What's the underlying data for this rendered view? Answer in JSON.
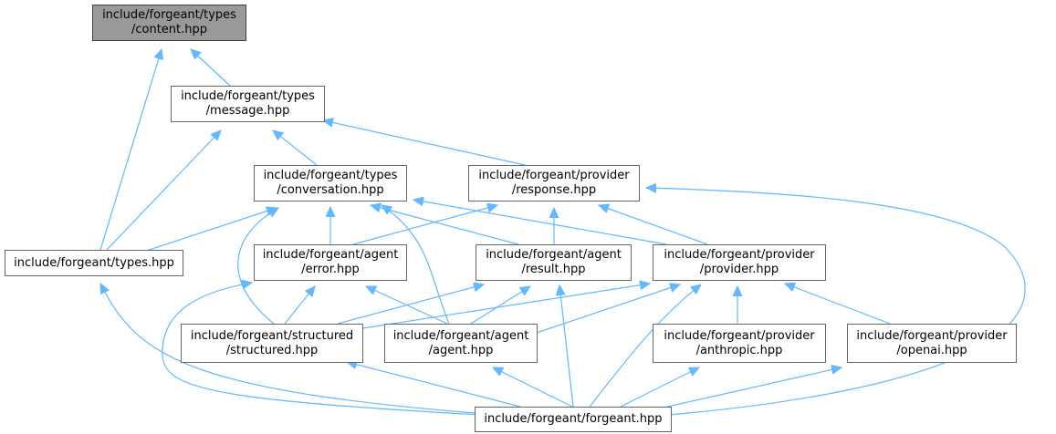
{
  "nodes": [
    {
      "id": "content",
      "lines": [
        "include/forgeant/types",
        "/content.hpp"
      ],
      "focus": true
    },
    {
      "id": "message",
      "lines": [
        "include/forgeant/types",
        "/message.hpp"
      ]
    },
    {
      "id": "conversation",
      "lines": [
        "include/forgeant/types",
        "/conversation.hpp"
      ]
    },
    {
      "id": "response",
      "lines": [
        "include/forgeant/provider",
        "/response.hpp"
      ]
    },
    {
      "id": "types",
      "lines": [
        "include/forgeant/types.hpp"
      ]
    },
    {
      "id": "error",
      "lines": [
        "include/forgeant/agent",
        "/error.hpp"
      ]
    },
    {
      "id": "result",
      "lines": [
        "include/forgeant/agent",
        "/result.hpp"
      ]
    },
    {
      "id": "provider",
      "lines": [
        "include/forgeant/provider",
        "/provider.hpp"
      ]
    },
    {
      "id": "structured",
      "lines": [
        "include/forgeant/structured",
        "/structured.hpp"
      ]
    },
    {
      "id": "agent",
      "lines": [
        "include/forgeant/agent",
        "/agent.hpp"
      ]
    },
    {
      "id": "anthropic",
      "lines": [
        "include/forgeant/provider",
        "/anthropic.hpp"
      ]
    },
    {
      "id": "openai",
      "lines": [
        "include/forgeant/provider",
        "/openai.hpp"
      ]
    },
    {
      "id": "forgeant",
      "lines": [
        "include/forgeant/forgeant.hpp"
      ]
    }
  ],
  "edges": [
    [
      "message",
      "content"
    ],
    [
      "types",
      "content"
    ],
    [
      "conversation",
      "message"
    ],
    [
      "response",
      "message"
    ],
    [
      "types",
      "message"
    ],
    [
      "types",
      "conversation"
    ],
    [
      "error",
      "conversation"
    ],
    [
      "result",
      "conversation"
    ],
    [
      "provider",
      "conversation"
    ],
    [
      "structured",
      "conversation"
    ],
    [
      "agent",
      "conversation"
    ],
    [
      "error",
      "response"
    ],
    [
      "result",
      "response"
    ],
    [
      "provider",
      "response"
    ],
    [
      "forgeant",
      "response"
    ],
    [
      "forgeant",
      "types"
    ],
    [
      "structured",
      "error"
    ],
    [
      "agent",
      "error"
    ],
    [
      "forgeant",
      "error"
    ],
    [
      "structured",
      "result"
    ],
    [
      "agent",
      "result"
    ],
    [
      "forgeant",
      "result"
    ],
    [
      "structured",
      "provider"
    ],
    [
      "agent",
      "provider"
    ],
    [
      "anthropic",
      "provider"
    ],
    [
      "openai",
      "provider"
    ],
    [
      "forgeant",
      "provider"
    ],
    [
      "forgeant",
      "structured"
    ],
    [
      "forgeant",
      "agent"
    ],
    [
      "forgeant",
      "anthropic"
    ],
    [
      "forgeant",
      "openai"
    ]
  ],
  "colors": {
    "edge": "#63b8ff",
    "focus_fill": "#999999",
    "border": "#666666"
  }
}
